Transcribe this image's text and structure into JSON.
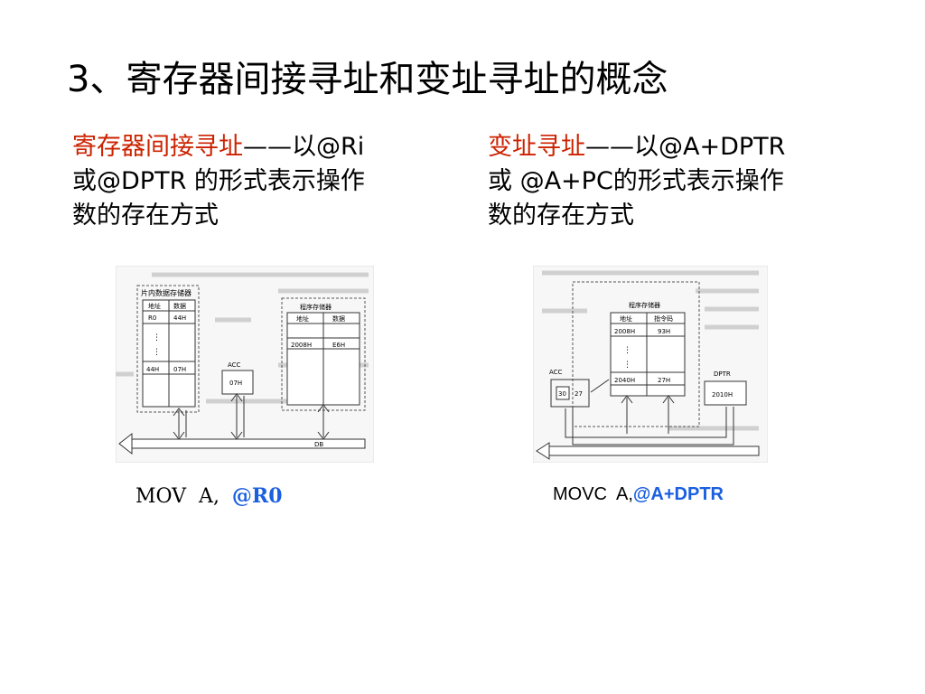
{
  "title": "3、寄存器间接寻址和变址寻址的概念",
  "left": {
    "term": "寄存器间接寻址",
    "line1_rest": "——以@Ri",
    "line2": "或@DPTR 的形式表示操作",
    "line3": "数的存在方式",
    "figure": {
      "panel_title": "片内数据存储器",
      "col_addr": "地址",
      "col_data": "数据",
      "row1_addr": "R0",
      "row1_data": "44H",
      "row2_addr": "44H",
      "row2_data": "07H",
      "acc_label": "ACC",
      "acc_value": "07H",
      "rom_title": "程序存储器",
      "rom_col_addr": "地址",
      "rom_col_data": "数据",
      "rom_row_addr": "2008H",
      "rom_row_data": "E6H",
      "bus_label": "DB"
    },
    "caption_prefix": "MOV  A,  ",
    "caption_operand": "@R0"
  },
  "right": {
    "term": "变址寻址",
    "line1_rest": "——以@A+DPTR",
    "line2": "或 @A+PC的形式表示操作",
    "line3": "数的存在方式",
    "figure": {
      "rom_title": "程序存储器",
      "col_addr": "地址",
      "col_data": "指令码",
      "row1_addr": "2008H",
      "row1_data": "93H",
      "row2_addr": "2040H",
      "row2_data": "27H",
      "acc_label": "ACC",
      "acc_left": "30",
      "acc_right": "27",
      "dptr_label": "DPTR",
      "dptr_value": "2010H"
    },
    "caption_prefix": "MOVC  A,",
    "caption_operand": "@A+DPTR"
  },
  "colors": {
    "term": "#cc2200",
    "operand": "#1a5fe0"
  }
}
